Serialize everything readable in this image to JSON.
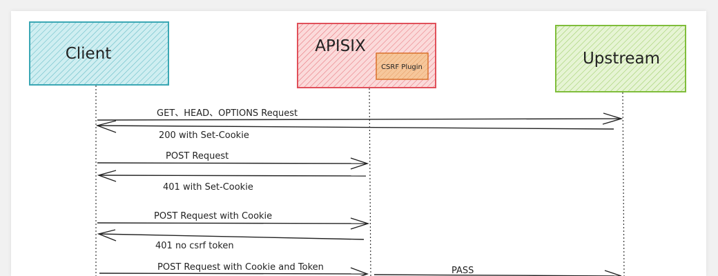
{
  "participants": {
    "client": {
      "label": "Client",
      "color": "#3aa7b4",
      "fill": "#cfeef1"
    },
    "apisix": {
      "label": "APISIX",
      "color": "#e0505a",
      "fill": "#fbdada"
    },
    "upstream": {
      "label": "Upstream",
      "color": "#7fbd3a",
      "fill": "#e6f4d4"
    }
  },
  "plugin": {
    "label": "CSRF Plugin",
    "color": "#d9712b",
    "fill": "#f6c79b"
  },
  "messages": [
    {
      "label": "GET、HEAD、OPTIONS Request"
    },
    {
      "label": "200 with Set-Cookie"
    },
    {
      "label": "POST Request"
    },
    {
      "label": "401 with Set-Cookie"
    },
    {
      "label": "POST Request with Cookie"
    },
    {
      "label": "401 no csrf token"
    },
    {
      "label": "POST Request with Cookie and Token"
    },
    {
      "label": "PASS"
    }
  ]
}
